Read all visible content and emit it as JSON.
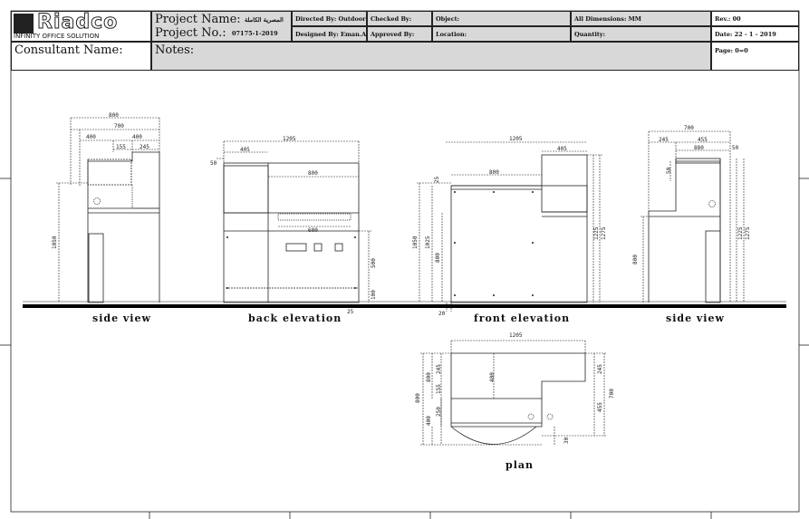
{
  "title_block": {
    "logo_word": "Riadco",
    "logo_tagline": "INFINITY OFFICE SOLUTION",
    "project_name_label": "Project Name:",
    "project_name_value": "المصرية الكاملة",
    "project_no_label": "Project No.:",
    "project_no_value": "07175-1-2019",
    "directed_by": "Directed By: Outdoor",
    "designed_by": "Designed By: Eman.A",
    "checked_by": "Checked By:",
    "approved_by": "Approved By:",
    "object": "Object:",
    "location": "Location:",
    "all_dimensions": "All Dimensions: MM",
    "quantity": "Quantity:",
    "rev": "Rev.: 00",
    "date": "Date: 22 - 1 - 2019",
    "page": "Page: 0=0",
    "consultant_label": "Consultant Name:",
    "notes_label": "Notes:"
  },
  "views": {
    "side_view_left": "side view",
    "back_elevation": "back elevation",
    "front_elevation": "front elevation",
    "side_view_right": "side view",
    "plan": "plan"
  },
  "dimensions": {
    "sv1_800": "800",
    "sv1_700": "700",
    "sv1_400a": "400",
    "sv1_400b": "400",
    "sv1_155": "155",
    "sv1_245": "245",
    "sv1_1050": "1050",
    "be_1205": "1205",
    "be_405": "405",
    "be_50": "50",
    "be_800": "800",
    "be_600": "600",
    "be_500": "500",
    "be_100": "100",
    "be_25": "25",
    "fe_1205": "1205",
    "fe_405": "405",
    "fe_800": "800",
    "fe_25": "25",
    "fe_1050": "1050",
    "fe_1025": "1025",
    "fe_800v": "800",
    "fe_1225": "1225",
    "fe_1275": "1275",
    "fe_20": "20",
    "sv2_700": "700",
    "sv2_245": "245",
    "sv2_455": "455",
    "sv2_880": "880",
    "sv2_50a": "50",
    "sv2_50b": "50",
    "sv2_800": "800",
    "sv2_1225": "1225",
    "sv2_1275": "1275",
    "pl_1205": "1205",
    "pl_400": "400",
    "pl_245a": "245",
    "pl_800": "800",
    "pl_155": "155",
    "pl_250": "250",
    "pl_400b": "400",
    "pl_800b": "800",
    "pl_245b": "245",
    "pl_700": "700",
    "pl_455": "455",
    "pl_30": "30"
  },
  "colors": {
    "header_fill": "#d8d8d8",
    "line": "#222222",
    "ground": "#000000"
  }
}
